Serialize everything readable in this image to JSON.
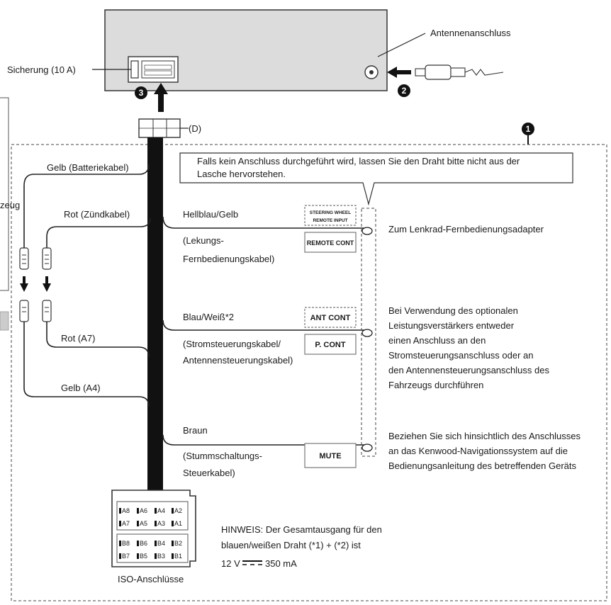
{
  "labels": {
    "antenna_connector": "Antennenanschluss",
    "fuse": "Sicherung (10 A)",
    "connector_d": "(D)",
    "step1": "1",
    "step2": "2",
    "step3": "3",
    "note_line1": "Falls kein Anschluss durchgeführt wird, lassen Sie den Draht bitte nicht aus der",
    "note_line2": "Lasche hervorstehen.",
    "left_partial": "zeug"
  },
  "left_wires": {
    "yellow_battery": "Gelb (Batteriekabel)",
    "red_ignition": "Rot (Zündkabel)",
    "red_a7": "Rot (A7)",
    "yellow_a4": "Gelb (A4)"
  },
  "wires": [
    {
      "color": "Hellblau/Gelb",
      "desc1": "(Lekungs-",
      "desc2": "Fernbedienungskabel)"
    },
    {
      "color": "Blau/Weiß*2",
      "desc1": "(Stromsteuerungskabel/",
      "desc2": "Antennensteuerungskabel)"
    },
    {
      "color": "Braun",
      "desc1": "(Stummschaltungs-",
      "desc2": "Steuerkabel)"
    }
  ],
  "terminals": {
    "steering_wheel_line1": "STEERING WHEEL",
    "steering_wheel_line2": "REMOTE INPUT",
    "remote_cont": "REMOTE CONT",
    "ant_cont": "ANT CONT",
    "p_cont": "P. CONT",
    "mute": "MUTE"
  },
  "descriptions": {
    "steering": "Zum Lenkrad-Fernbedienungsadapter",
    "amp": [
      "Bei Verwendung des optionalen",
      "Leistungsverstärkers entweder",
      "einen Anschluss an den",
      "Stromsteuerungsanschluss oder an",
      "den Antennensteuerungsanschluss des",
      "Fahrzeugs durchführen"
    ],
    "nav": [
      "Beziehen Sie sich hinsichtlich des Anschlusses",
      "an das Kenwood-Navigationssystem auf die",
      "Bedienungsanleitung des betreffenden Geräts"
    ]
  },
  "iso": {
    "label": "ISO-Anschlüsse",
    "row_a1": [
      "A8",
      "A6",
      "A4",
      "A2"
    ],
    "row_a2": [
      "A7",
      "A5",
      "A3",
      "A1"
    ],
    "row_b1": [
      "B8",
      "B6",
      "B4",
      "B2"
    ],
    "row_b2": [
      "B7",
      "B5",
      "B3",
      "B1"
    ]
  },
  "hinweis": {
    "line1": "HINWEIS: Der Gesamtausgang für den",
    "line2": "blauen/weißen Draht (*1) + (*2) ist",
    "voltage": "12 V",
    "current": "350 mA"
  },
  "colors": {
    "unit_fill": "#dcdcdc",
    "line": "#222222"
  }
}
